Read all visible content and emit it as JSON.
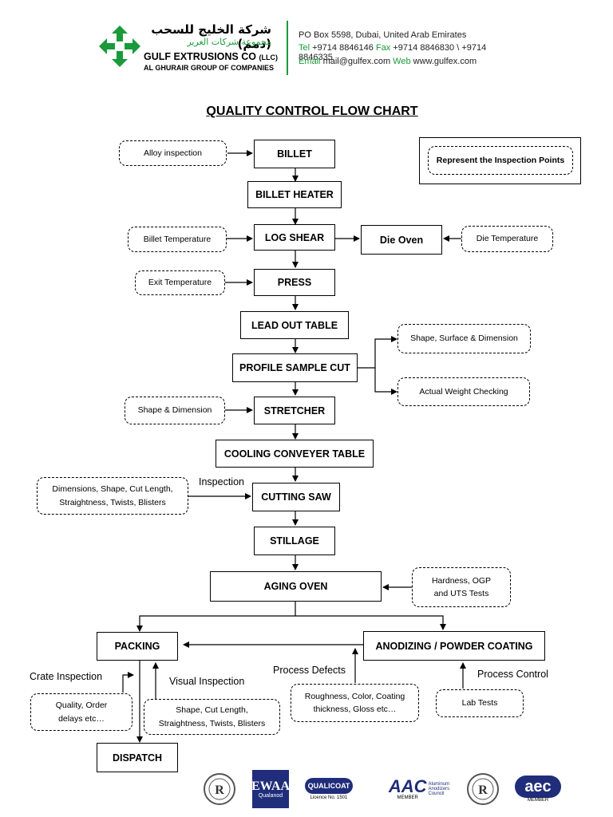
{
  "header": {
    "company_ar_line1": "شركة الخليج للسحب (ذمم)",
    "company_ar_line2": "مجموعة شركات الغرير",
    "company_name": "GULF EXTRUSIONS CO",
    "company_suffix": "(LLC)",
    "group_name": "AL GHURAIR GROUP OF COMPANIES",
    "address": "PO Box 5598, Dubai, United Arab Emirates",
    "tel_label": "Tel",
    "tel_value": "+9714 8846146",
    "fax_label": "Fax",
    "fax_value": "+9714 8846830 \\ +9714 8846335",
    "email_label": "Email",
    "email_value": "mail@gulfex.com",
    "web_label": "Web",
    "web_value": "www.gulfex.com",
    "brand_color": "#1a9a3a"
  },
  "title": "QUALITY CONTROL FLOW CHART",
  "legend": "Represent the Inspection Points",
  "process": {
    "billet": "BILLET",
    "billet_heater": "BILLET HEATER",
    "log_shear": "LOG SHEAR",
    "die_oven": "Die Oven",
    "press": "PRESS",
    "lead_out": "LEAD OUT TABLE",
    "profile_cut": "PROFILE SAMPLE CUT",
    "stretcher": "STRETCHER",
    "cooling": "COOLING CONVEYER TABLE",
    "cutting_saw": "CUTTING SAW",
    "stillage": "STILLAGE",
    "aging_oven": "AGING OVEN",
    "packing": "PACKING",
    "anodizing": "ANODIZING / POWDER COATING",
    "dispatch": "DISPATCH"
  },
  "inspection": {
    "alloy": "Alloy inspection",
    "billet_temp": "Billet Temperature",
    "die_temp": "Die Temperature",
    "exit_temp": "Exit Temperature",
    "shape_surface": "Shape, Surface & Dimension",
    "weight": "Actual Weight Checking",
    "shape_dim": "Shape & Dimension",
    "dims_saw": "Dimensions, Shape, Cut Length,\nStraightness, Twists, Blisters",
    "hardness": "Hardness, OGP\nand UTS Tests",
    "quality_order": "Quality, Order\ndelays etc…",
    "shape_cut": "Shape, Cut Length,\nStraightness, Twists, Blisters",
    "roughness": "Roughness, Color, Coating\nthickness, Gloss etc…",
    "lab_tests": "Lab Tests"
  },
  "labels": {
    "inspection": "Inspection",
    "crate": "Crate Inspection",
    "visual": "Visual Inspection",
    "process_defects": "Process Defects",
    "process_control": "Process Control"
  },
  "certifications": {
    "qualicoat": "QUALICOAT",
    "qualicoat_licence": "Licence No. 1501",
    "aac": "AAC",
    "aac_sub": "Aluminum\nAnodizers\nCouncil",
    "aac_member": "MEMBER",
    "aec": "aec",
    "aec_member": "MEMBER",
    "qualanod": "Qualanod"
  }
}
